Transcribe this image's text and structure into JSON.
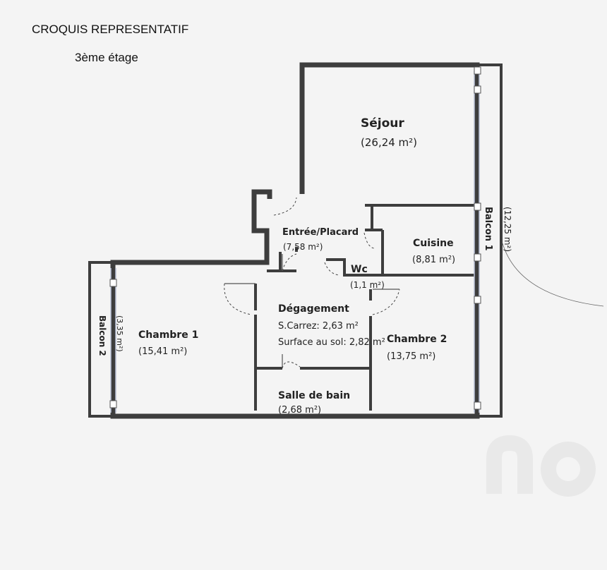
{
  "header": {
    "title": "CROQUIS REPRESENTATIF",
    "floor": "3ème étage"
  },
  "rooms": {
    "sejour": {
      "name": "Séjour",
      "area": "(26,24 m²)"
    },
    "entree": {
      "name": "Entrée/Placard",
      "area": "(7,58 m²)"
    },
    "cuisine": {
      "name": "Cuisine",
      "area": "(8,81 m²)"
    },
    "wc": {
      "name": "Wc",
      "area": "(1,1 m²)"
    },
    "degagement": {
      "name": "Dégagement",
      "carrez": "S.Carrez: 2,63 m²",
      "sol": "Surface au sol: 2,82 m²"
    },
    "chambre1": {
      "name": "Chambre 1",
      "area": "(15,41 m²)"
    },
    "chambre2": {
      "name": "Chambre 2",
      "area": "(13,75 m²)"
    },
    "sdb": {
      "name": "Salle de bain",
      "area": "(2,68 m²)"
    },
    "balcon1": {
      "name": "Balcon 1",
      "area": "(12,25 m²)"
    },
    "balcon2": {
      "name": "Balcon 2",
      "area": "(3,35 m²)"
    }
  },
  "colors": {
    "wall": "#3d3d3d",
    "window": "#b9c2d6",
    "background": "#f4f4f4"
  }
}
